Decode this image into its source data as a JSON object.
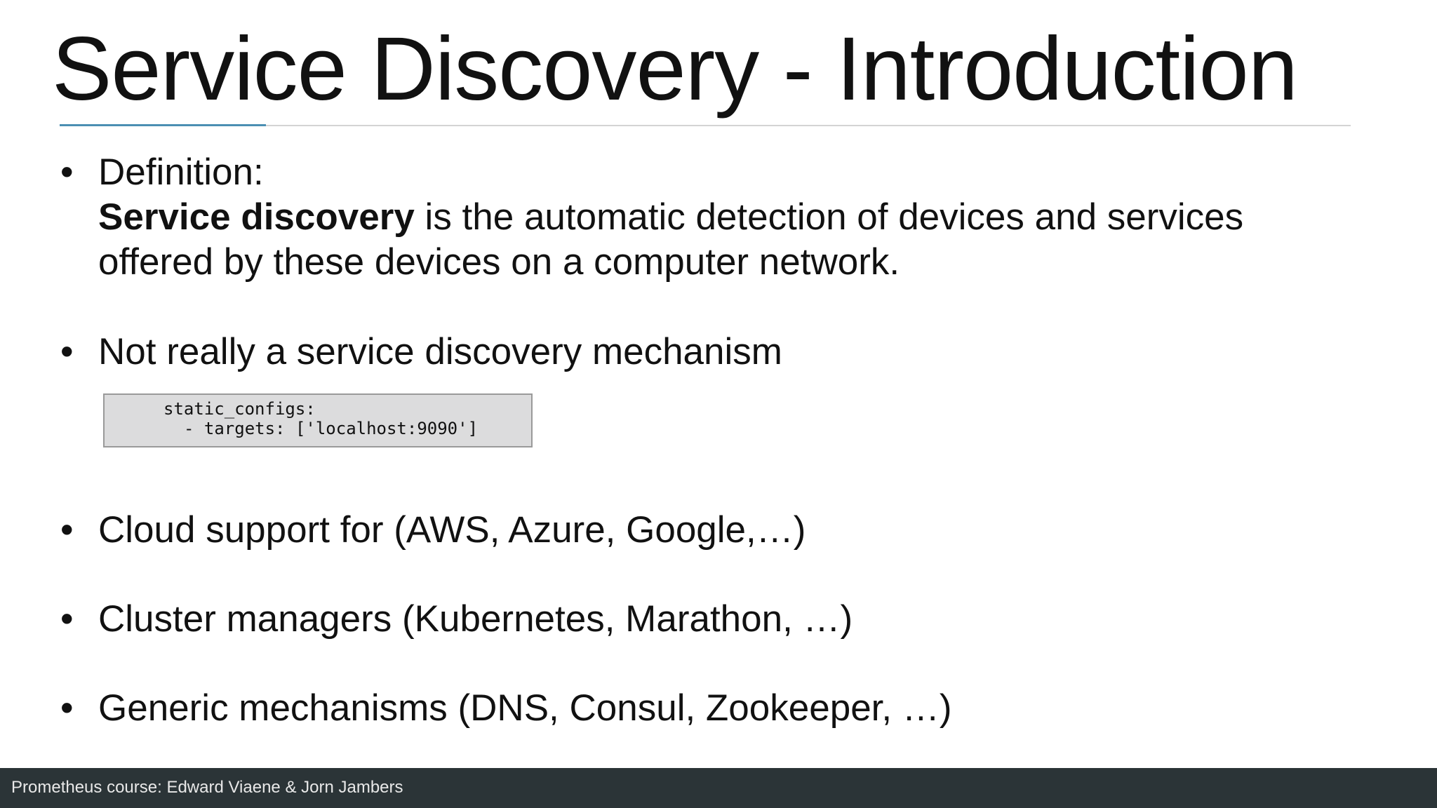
{
  "slide": {
    "title": "Service Discovery  - Introduction",
    "bullet_symbol": "•",
    "definition": {
      "label": "Definition:",
      "term": "Service discovery",
      "body": " is the automatic detection of devices and services offered by these devices on a computer network."
    },
    "not_really": "Not really a service discovery mechanism",
    "code": {
      "line1": "static_configs:",
      "line2": "- targets: ['localhost:9090']"
    },
    "cloud": "Cloud support for (AWS, Azure, Google,…)",
    "cluster": "Cluster managers (Kubernetes, Marathon, …)",
    "generic": "Generic mechanisms (DNS, Consul, Zookeeper, …)"
  },
  "footer": {
    "text": "Prometheus course: Edward Viaene & Jorn Jambers"
  },
  "colors": {
    "accent_rule": "#4b8fb3",
    "footer_bg": "#2b3437",
    "code_bg": "#dcdcdd"
  }
}
